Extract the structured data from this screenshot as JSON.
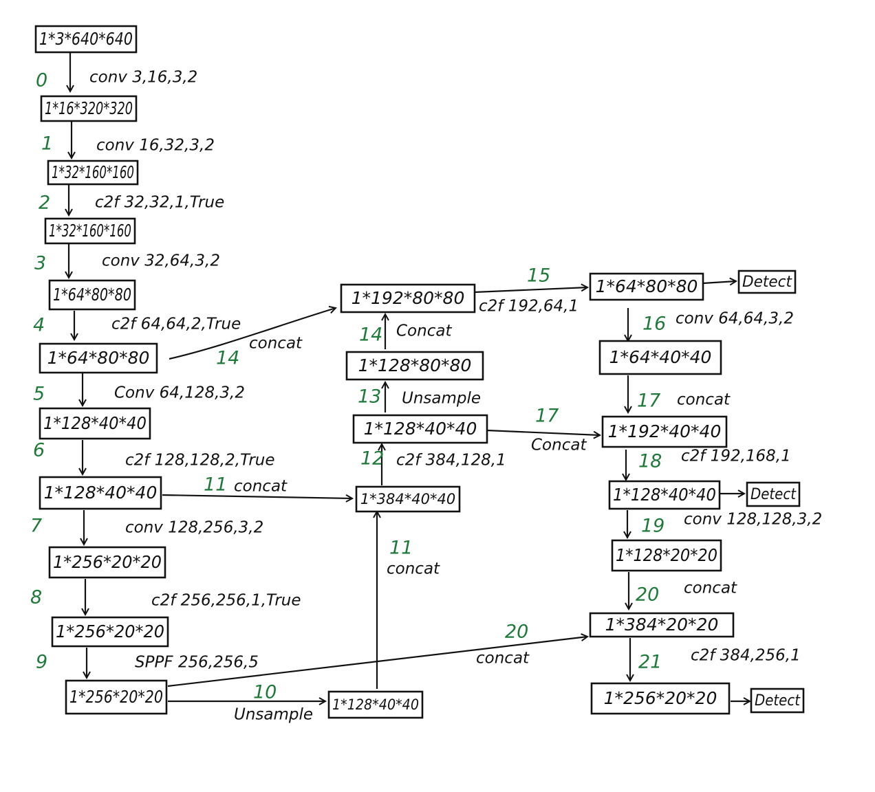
{
  "colors": {
    "ink": "#111111",
    "index": "#1f7a3a",
    "paper": "#ffffff"
  },
  "nodes": {
    "n_in": "1*3*640*640",
    "n0": "1*16*320*320",
    "n1": "1*32*160*160",
    "n2": "1*32*160*160",
    "n3": "1*64*80*80",
    "n4": "1*64*80*80",
    "n5": "1*128*40*40",
    "n6": "1*128*40*40",
    "n7": "1*256*20*20",
    "n8": "1*256*20*20",
    "n9": "1*256*20*20",
    "n10": "1*128*40*40",
    "n11": "1*384*40*40",
    "n12": "1*128*40*40",
    "n13": "1*128*80*80",
    "n14": "1*192*80*80",
    "n15": "1*64*80*80",
    "n16": "1*64*40*40",
    "n17": "1*192*40*40",
    "n18": "1*128*40*40",
    "n19": "1*128*20*20",
    "n20": "1*384*20*20",
    "n21": "1*256*20*20"
  },
  "ops": {
    "l0": "conv 3,16,3,2",
    "l1": "conv 16,32,3,2",
    "l2": "c2f 32,32,1,True",
    "l3": "conv 32,64,3,2",
    "l4": "c2f 64,64,2,True",
    "l5": "Conv 64,128,3,2",
    "l6": "c2f 128,128,2,True",
    "l7": "conv 128,256,3,2",
    "l8": "c2f 256,256,1,True",
    "l9": "SPPF 256,256,5",
    "l10": "Unsample",
    "l11a": "concat",
    "l11b": "concat",
    "l12": "c2f 384,128,1",
    "l13": "Unsample",
    "l14a": "concat",
    "l14b": "Concat",
    "l15": "c2f 192,64,1",
    "l16": "conv 64,64,3,2",
    "l17a": "concat",
    "l17b": "Concat",
    "l18": "c2f 192,168,1",
    "l19": "conv 128,128,3,2",
    "l20a": "concat",
    "l20b": "concat",
    "l21": "c2f 384,256,1"
  },
  "indices": {
    "i0": "0",
    "i1": "1",
    "i2": "2",
    "i3": "3",
    "i4": "4",
    "i5": "5",
    "i6": "6",
    "i7": "7",
    "i8": "8",
    "i9": "9",
    "i10": "10",
    "i11a": "11",
    "i11b": "11",
    "i12": "12",
    "i13": "13",
    "i14a": "14",
    "i14b": "14",
    "i15": "15",
    "i16": "16",
    "i17a": "17",
    "i17b": "17",
    "i18": "18",
    "i19": "19",
    "i20a": "20",
    "i20b": "20",
    "i21": "21"
  },
  "detect": {
    "d1": "Detect",
    "d2": "Detect",
    "d3": "Detect"
  }
}
